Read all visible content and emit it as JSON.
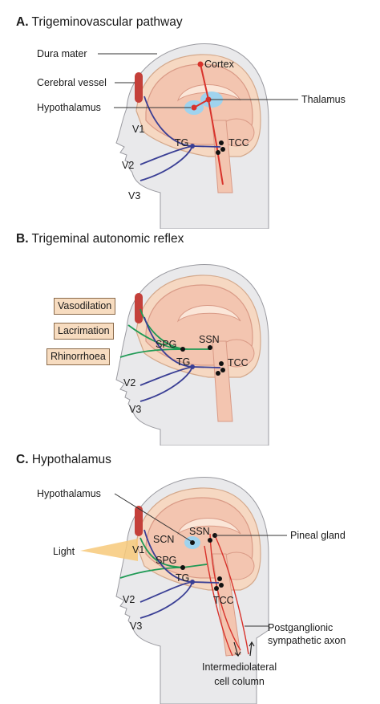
{
  "panels": [
    {
      "letter": "A.",
      "title": "Trigeminovascular pathway",
      "labels": {
        "dura_mater": "Dura mater",
        "cortex": "Cortex",
        "cerebral_vessel": "Cerebral vessel",
        "thalamus": "Thalamus",
        "hypothalamus": "Hypothalamus",
        "v1": "V1",
        "tg": "TG",
        "tcc": "TCC",
        "v2": "V2",
        "v3": "V3"
      }
    },
    {
      "letter": "B.",
      "title": "Trigeminal autonomic reflex",
      "boxes": [
        "Vasodilation",
        "Lacrimation",
        "Rhinorrhoea"
      ],
      "labels": {
        "spg": "SPG",
        "ssn": "SSN",
        "tg": "TG",
        "tcc": "TCC",
        "v2": "V2",
        "v3": "V3"
      }
    },
    {
      "letter": "C.",
      "title": "Hypothalamus",
      "labels": {
        "hypothalamus": "Hypothalamus",
        "scn": "SCN",
        "ssn": "SSN",
        "pineal_gland": "Pineal gland",
        "light": "Light",
        "v1": "V1",
        "spg": "SPG",
        "tg": "TG",
        "v2": "V2",
        "tcc": "TCC",
        "v3": "V3",
        "postganglionic_axon": "Postganglionic\nsympathetic axon",
        "intermediolateral": "Intermediolateral\ncell column"
      }
    }
  ],
  "colors": {
    "skin": "#e9e9eb",
    "skin_edge": "#9a9aa0",
    "skull": "#f6d8c2",
    "skull_edge": "#d4a98c",
    "brain": "#f3c5b0",
    "brain_edge": "#d99a86",
    "vessel": "#c4403a",
    "blue": "#3a3f95",
    "green": "#1f9a55",
    "red": "#d8322b",
    "hypothalamus": "#9fd3ee",
    "box_fill": "#f7dcc0",
    "light": "#f7c97a"
  }
}
